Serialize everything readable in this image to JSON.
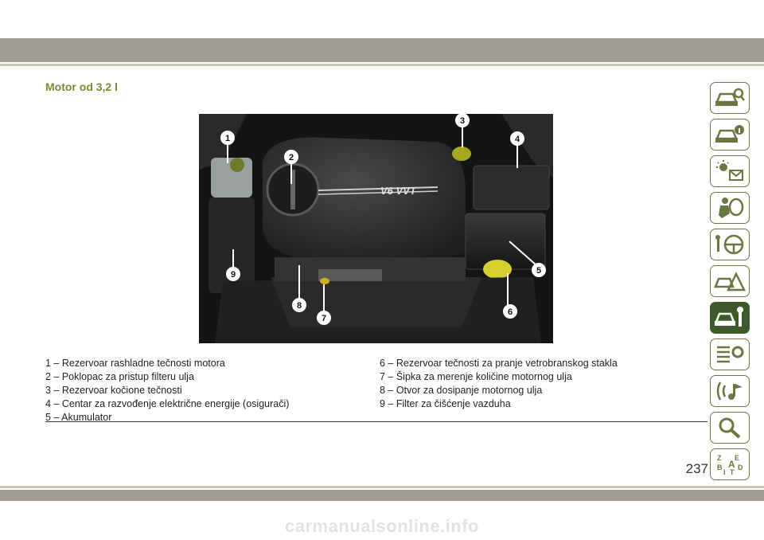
{
  "section_title": "Motor od 3,2 l",
  "image_alt": "Motor od 3,2 l — pogled na motorni prostor",
  "engine_cover_text": "V6 VVT",
  "callouts": [
    "1",
    "2",
    "3",
    "4",
    "5",
    "6",
    "7",
    "8",
    "9"
  ],
  "legend_left": [
    "1 – Rezervoar rashladne tečnosti motora",
    "2 – Poklopac za pristup filteru ulja",
    "3 – Rezervoar kočione tečnosti",
    "4 – Centar za razvođenje električne energije (osigurači)",
    "5 – Akumulator"
  ],
  "legend_right": [
    "6 – Rezervoar tečnosti za pranje vetrobranskog stakla",
    "7 – Šipka za merenje količine motornog ulja",
    "8 – Otvor za dosipanje motornog ulja",
    "9 – Filter za čišćenje vazduha"
  ],
  "page_number": "237",
  "watermark": "carmanualsonline.info",
  "side_tabs": [
    {
      "name": "car-search-icon",
      "active": false
    },
    {
      "name": "car-info-icon",
      "active": false
    },
    {
      "name": "warning-lights-icon",
      "active": false
    },
    {
      "name": "airbag-seat-icon",
      "active": false
    },
    {
      "name": "steering-wheel-icon",
      "active": false
    },
    {
      "name": "roadside-warning-icon",
      "active": false
    },
    {
      "name": "car-service-icon",
      "active": true
    },
    {
      "name": "specs-gear-icon",
      "active": false
    },
    {
      "name": "multimedia-icon",
      "active": false
    },
    {
      "name": "magnifier-icon",
      "active": false
    },
    {
      "name": "index-az-icon",
      "active": false
    }
  ],
  "colors": {
    "title_green": "#7a8a2e",
    "tab_green": "#3f5a2a",
    "band": "#a19d92"
  }
}
